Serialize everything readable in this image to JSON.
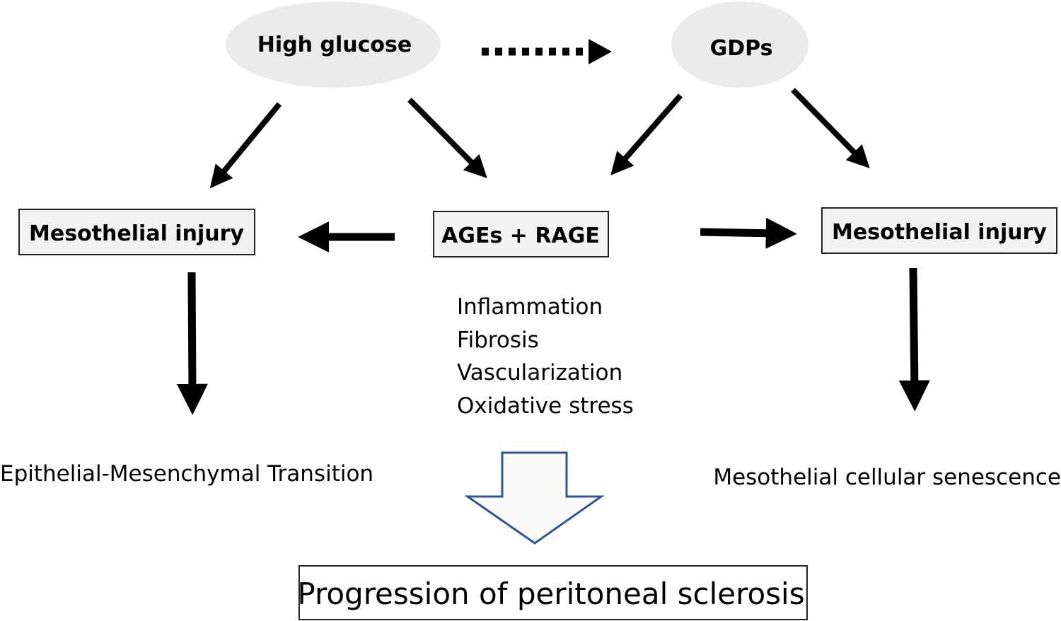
{
  "nodes": {
    "high_glucose": "High glucose",
    "gdps": "GDPs",
    "injury_left": "Mesothelial injury",
    "ages_rage": "AGEs + RAGE",
    "injury_right": "Mesothelial injury",
    "effects": [
      "Inflammation",
      "Fibrosis",
      "Vascularization",
      "Oxidative stress"
    ],
    "emt": "Epithelial-Mesenchymal Transition",
    "senescence": "Mesothelial cellular senescence",
    "progression": "Progression of peritoneal sclerosis"
  },
  "colors": {
    "arrow": "#000000",
    "box_fill": "#f2f2f2",
    "ellipse_fill": "#ebebeb",
    "outline_arrow": "#2f5597"
  }
}
